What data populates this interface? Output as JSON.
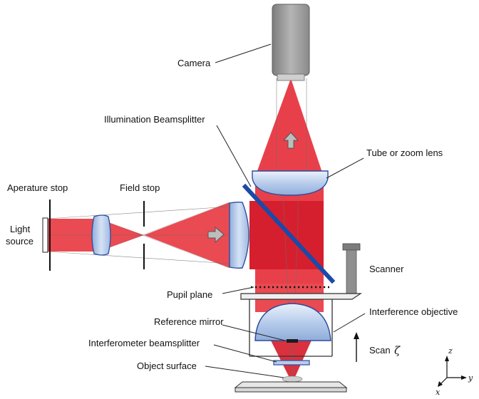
{
  "labels": {
    "camera": "Camera",
    "illumination_beamsplitter": "Illumination Beamsplitter",
    "tube_lens": "Tube or zoom lens",
    "aperture_stop": "Aperature stop",
    "field_stop": "Field stop",
    "light_line1": "Light",
    "light_line2": "source",
    "scanner": "Scanner",
    "pupil_plane": "Pupil plane",
    "interference_objective": "Interference objective",
    "reference_mirror": "Reference mirror",
    "interferometer_beamsplitter": "Interferometer beamsplitter",
    "object_surface": "Object surface",
    "scan": "Scan",
    "scan_symbol": "ζ"
  },
  "axes": {
    "z": "z",
    "y": "y",
    "x": "x"
  },
  "colors": {
    "beam": "#e8404a",
    "beam_dark": "#d61f2e",
    "lens_edge": "#2a4da0",
    "lens_fill": "#c6d6ef",
    "beamsplitter": "#1b4aa8",
    "camera_body": "#9a9a9a",
    "scanner": "#8a8a8a"
  },
  "icons": [
    "arrow-up-icon",
    "arrow-right-icon",
    "axes-icon"
  ]
}
